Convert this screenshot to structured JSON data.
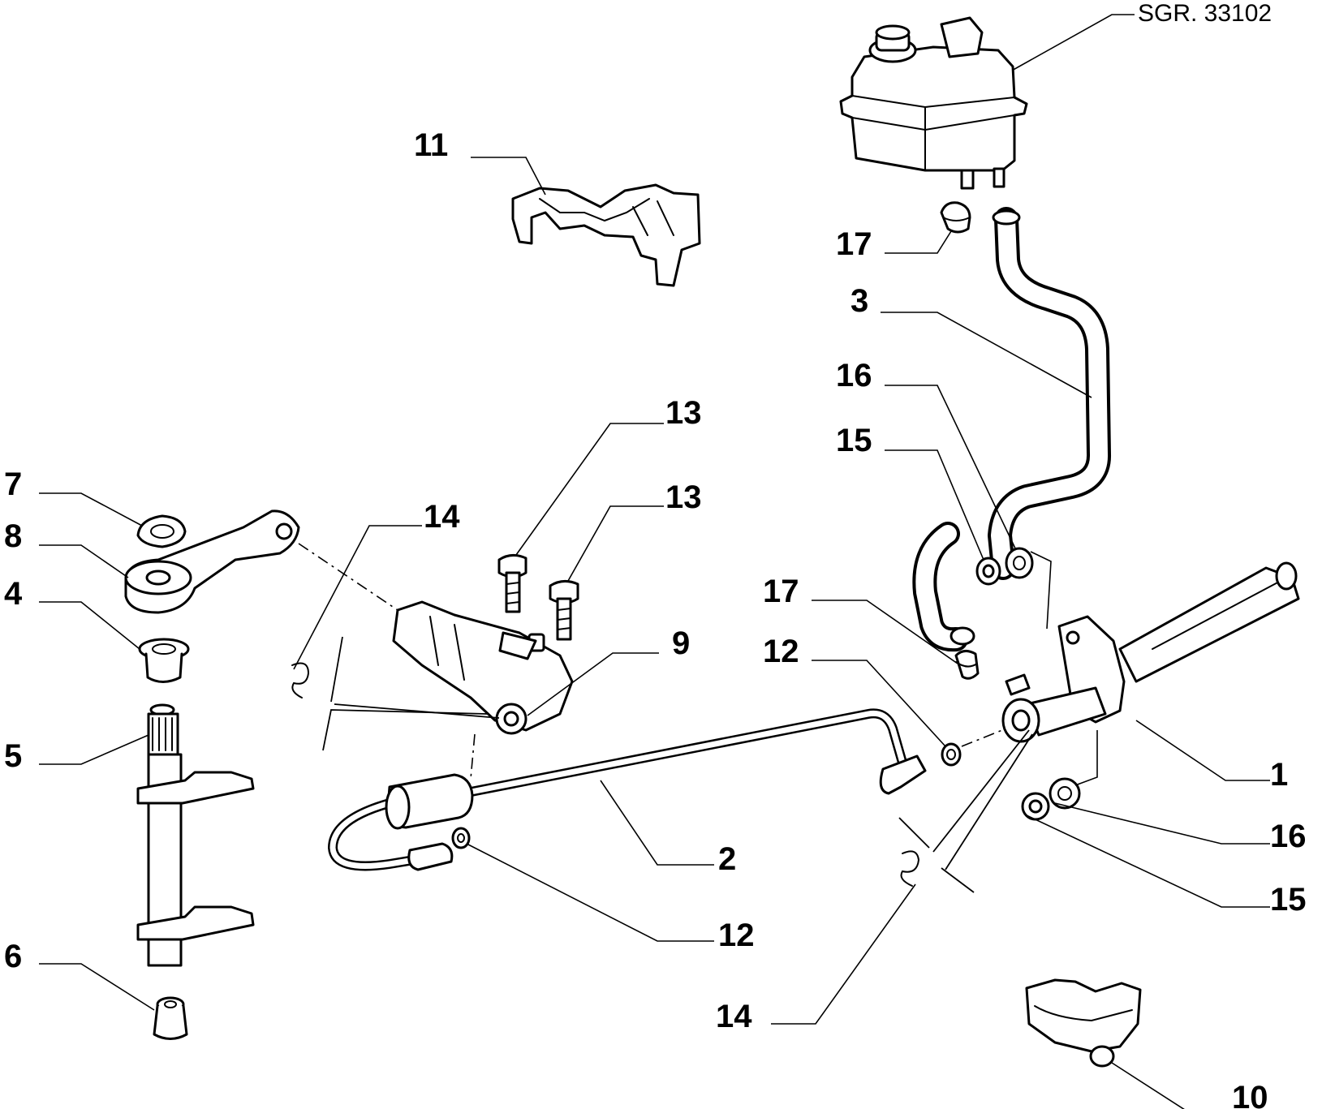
{
  "reference_code": "SGR. 33102",
  "callouts": {
    "c1": "1",
    "c2": "2",
    "c3": "3",
    "c4": "4",
    "c5": "5",
    "c6": "6",
    "c7": "7",
    "c8": "8",
    "c9": "9",
    "c10": "10",
    "c11": "11",
    "c12a": "12",
    "c12b": "12",
    "c13a": "13",
    "c13b": "13",
    "c14a": "14",
    "c14b": "14",
    "c15a": "15",
    "c15b": "15",
    "c16a": "16",
    "c16b": "16",
    "c17a": "17",
    "c17b": "17"
  }
}
